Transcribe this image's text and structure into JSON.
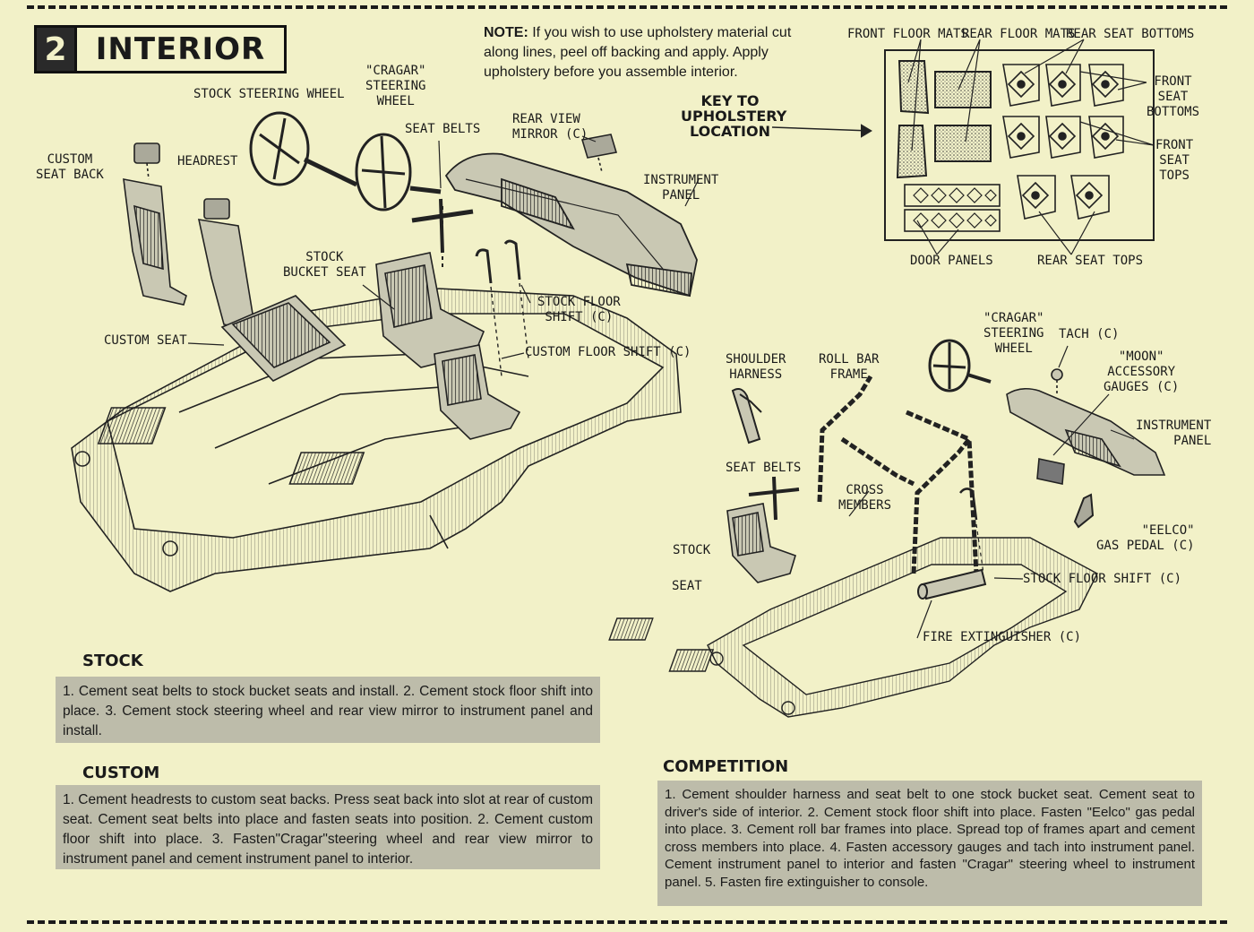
{
  "section": {
    "number": "2",
    "title": "INTERIOR"
  },
  "note": {
    "prefix": "NOTE:",
    "text": "If you wish to use upholstery material cut along lines, peel off backing and apply. Apply upholstery before you assemble interior."
  },
  "key": {
    "title": "KEY TO UPHOLSTERY LOCATION",
    "labels": {
      "front_floor_mats": "FRONT FLOOR MATS",
      "rear_floor_mats": "REAR FLOOR MATS",
      "rear_seat_bottoms": "REAR SEAT BOTTOMS",
      "front_seat_bottoms": "FRONT\nSEAT\nBOTTOMS",
      "front_seat_tops": "FRONT\nSEAT\nTOPS",
      "door_panels": "DOOR PANELS",
      "rear_seat_tops": "REAR SEAT TOPS"
    }
  },
  "left_labels": {
    "stock_steering_wheel": "STOCK STEERING WHEEL",
    "cragar_steering_wheel": "\"CRAGAR\"\nSTEERING\nWHEEL",
    "seat_belts": "SEAT BELTS",
    "rear_view_mirror": "REAR VIEW\nMIRROR (C)",
    "custom_seat_back": "CUSTOM\nSEAT BACK",
    "headrest": "HEADREST",
    "instrument_panel": "INSTRUMENT\nPANEL",
    "stock_bucket_seat": "STOCK\nBUCKET SEAT",
    "stock_floor_shift": "STOCK FLOOR\nSHIFT (C)",
    "custom_seat": "CUSTOM SEAT",
    "custom_floor_shift": "CUSTOM FLOOR SHIFT (C)"
  },
  "right_labels": {
    "cragar_steering_wheel": "\"CRAGAR\"\nSTEERING\nWHEEL",
    "tach": "TACH (C)",
    "moon_gauges": "\"MOON\"\nACCESSORY\nGAUGES (C)",
    "shoulder_harness": "SHOULDER\nHARNESS",
    "roll_bar_frame": "ROLL BAR\nFRAME",
    "instrument_panel": "INSTRUMENT\nPANEL",
    "seat_belts": "SEAT BELTS",
    "cross_members": "CROSS\nMEMBERS",
    "eelco_gas_pedal": "\"EELCO\"\nGAS PEDAL (C)",
    "stock": "STOCK",
    "seat": "SEAT",
    "stock_floor_shift": "STOCK FLOOR SHIFT (C)",
    "fire_extinguisher": "FIRE EXTINGUISHER (C)"
  },
  "instructions": {
    "stock": {
      "heading": "STOCK",
      "text": "1. Cement seat belts to stock bucket seats and install. 2. Cement stock floor shift into place. 3. Cement stock steering wheel and rear view mirror to instrument panel and install."
    },
    "custom": {
      "heading": "CUSTOM",
      "text": "1. Cement headrests to custom seat backs. Press seat back into slot at rear of custom seat. Cement seat belts into place and fasten seats into position. 2. Cement custom floor shift into place. 3. Fasten\"Cragar\"steering wheel and rear view mirror to instrument panel and cement instrument panel to interior."
    },
    "competition": {
      "heading": "COMPETITION",
      "text": "1. Cement shoulder harness and seat belt to one stock bucket seat. Cement seat to driver's side of interior. 2. Cement stock floor shift into place. Fasten \"Eelco\" gas pedal into place. 3. Cement roll bar frames into place. Spread top of frames apart and cement cross members into place. 4. Fasten accessory gauges and tach into instrument panel. Cement instrument panel to interior and fasten \"Cragar\" steering wheel to instrument panel. 5. Fasten fire extinguisher to console."
    }
  },
  "colors": {
    "paper": "#f2f1c8",
    "ink": "#1a1a1a",
    "box": "#bdbcaa"
  }
}
